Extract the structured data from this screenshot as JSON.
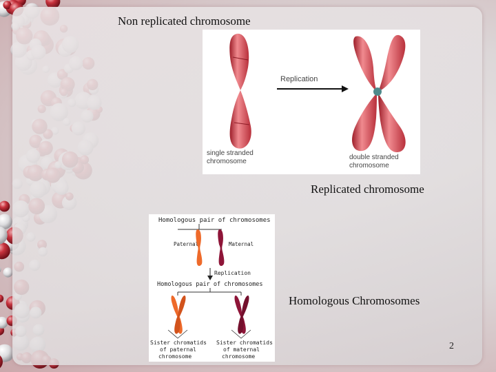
{
  "slide": {
    "titles": {
      "non_replicated": "Non replicated chromosome",
      "replicated": "Replicated chromosome",
      "homologous": "Homologous Chromosomes"
    },
    "page_number": "2"
  },
  "figure_replication": {
    "arrow_label": "Replication",
    "left_label_line1": "single stranded",
    "left_label_line2": "chromosome",
    "right_label_line1": "double stranded",
    "right_label_line2": "chromosome"
  },
  "figure_homologous": {
    "top_header": "Homologous pair of chromosomes",
    "paternal_label": "Paternal",
    "maternal_label": "Maternal",
    "replication_label": "Replication",
    "mid_header": "Homologous pair of chromosomes",
    "left_caption_line1": "Sister chromatids",
    "left_caption_line2": "of paternal",
    "left_caption_line3": "chromosome",
    "right_caption_line1": "Sister chromatids",
    "right_caption_line2": "of maternal",
    "right_caption_line3": "chromosome"
  },
  "colors": {
    "chromosome_red": "#d9454f",
    "paternal_orange": "#ee6a2a",
    "maternal_maroon": "#8e1538",
    "centromere": "#4f8a8b"
  }
}
